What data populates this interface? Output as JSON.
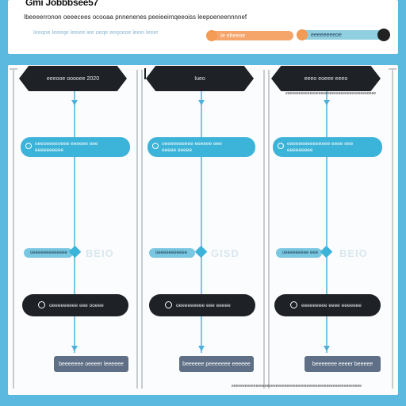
{
  "header": {
    "title": "Gmi Jobbbsee57",
    "subtitle": "Ibeeeerronon oeeecees ocooaa pnnenenes peeieeimqeeoiss leepoeneennnnef",
    "caption": "Ieeqne Ieeeqe leeiee iee oeqe eeqoeoe leeei leeer",
    "legend": [
      {
        "label": "Ie  ebeeoe",
        "color": "#f6a56a"
      },
      {
        "label": "eeeeeeeeoe",
        "color": "#8fcfe0"
      }
    ]
  },
  "lanes": [
    {
      "start": "eeeooe ooooee 2020",
      "process": "oeeoeeeeoeee eeeeee oee\neeeeeeeeee",
      "connector": "oeeeeeeeeeeeee",
      "faint_label": "BEIO",
      "action": "oeeeeeeeee eee ooeee",
      "end": "beeeeeee oeeeer leeeeee"
    },
    {
      "start": "Iueo",
      "process": "oeeeeeeeeee eeeeee eee\neeeee eeeee",
      "connector": "oeeeeeeeeeee",
      "faint_label": "GISD",
      "action": "oeeeeeeeee eee eeeee",
      "end": "beeeeee peeeeeee eeeeee"
    },
    {
      "start": "eeeo eoeee eeeo",
      "process": "eeeeeeeeeeeeeee eeee eee\neeeeeeeee",
      "connector": "oeeeeeeeee eee",
      "faint_label": "BEIO",
      "action": "eeeeeeeee eeee eeeeeee",
      "end": "beeeeeee eeeer beeeee"
    }
  ],
  "notes": {
    "lane3_sub": "eeeeeeeeeeeeeeeeeeeeeeeeeeeeeeeeeeeeeeeee",
    "footer": "eeeeeeeeeeeeeeeeeeeeeeeeeeeeeeeeeeeeeeeeeeeeeeeeeeeeeeeeeee"
  }
}
